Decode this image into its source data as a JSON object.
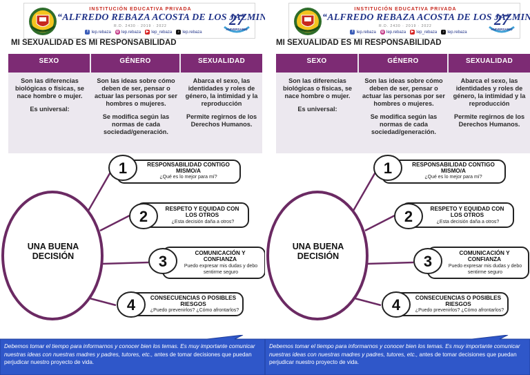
{
  "header": {
    "kicker": "INSTITUCIÓN EDUCATIVA PRIVADA",
    "school_name": "“ALFREDO REBAZA ACOSTA DE LOS JAZMINES”",
    "resolution": "R.D. 2430 · 2019 · 2022",
    "socials": [
      {
        "icon": "facebook-icon",
        "label": "Iep.rebaza"
      },
      {
        "icon": "instagram-icon",
        "label": "Iep.rebaza"
      },
      {
        "icon": "youtube-icon",
        "label": "Iep_rebaza"
      },
      {
        "icon": "tiktok-icon",
        "label": "Iep.rebaza"
      }
    ],
    "anniversary_number": "27",
    "anniversary_word": "ANIVERSARIO"
  },
  "title": "MI SEXUALIDAD ES MI RESPONSABILIDAD",
  "table": {
    "headers": [
      "SEXO",
      "GÉNERO",
      "SEXUALIDAD"
    ],
    "columns": [
      [
        "Son las diferencias biológicas o físicas, se nace hombre o mujer.",
        "Es universal:"
      ],
      [
        "Son las ideas sobre cómo deben de ser, pensar o actuar las personas por ser hombres o mujeres.",
        "Se modifica según las normas de cada sociedad/generación."
      ],
      [
        "Abarca el sexo, las identidades y roles de género, la intimidad y la reproducción",
        "Permite regirnos de los Derechos Humanos."
      ]
    ]
  },
  "diagram": {
    "center_label": "UNA BUENA DECISIÓN",
    "steps": [
      {
        "number": "1",
        "title": "RESPONSABILIDAD CONTIGO MISMO/A",
        "subtitle": "¿Qué es lo mejor para mí?"
      },
      {
        "number": "2",
        "title": "RESPETO Y EQUIDAD CON LOS OTROS",
        "subtitle": "¿Esta decisión daña a otros?"
      },
      {
        "number": "3",
        "title": "COMUNICACIÓN Y CONFIANZA",
        "subtitle": "Puedo expresar mis dudas y debo sentirme seguro"
      },
      {
        "number": "4",
        "title": "CONSECUENCIAS O POSIBLES RIESGOS",
        "subtitle": "¿Puedo prevenirlos? ¿Cómo afrontarlos?"
      }
    ]
  },
  "callout": {
    "italic": "Debemos tomar el tiempo para informarnos y conocer bien los temas. Es muy importante comunicar nuestras ideas con nuestras madres y padres, tutores, etc.,",
    "plain": " antes de tomar decisiones que puedan perjudicar nuestro proyecto de vida."
  },
  "colors": {
    "header_purple": "#7d2b74",
    "table_bg": "#ece8ef",
    "ring_purple": "#6b2a63",
    "callout_blue": "#2f57c9",
    "school_blue": "#23358a",
    "kicker_red": "#c7281e"
  }
}
